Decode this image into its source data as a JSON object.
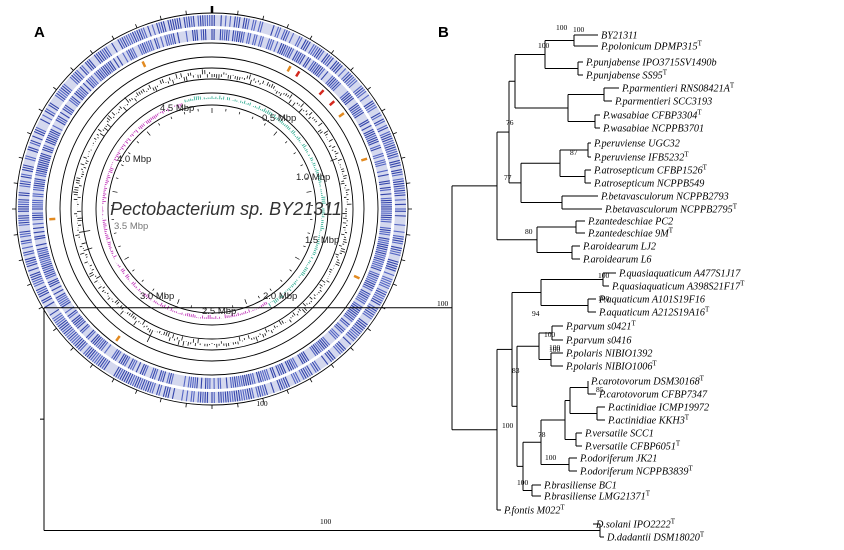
{
  "panels": {
    "a": "A",
    "b": "B"
  },
  "genome": {
    "title": "Pectobacterium sp. BY21311",
    "mbp_labels": [
      "0.5 Mbp",
      "1.0 Mbp",
      "1.5 Mbp",
      "2.0 Mbp",
      "2.5 Mbp",
      "3.0 Mbp",
      "3.5 Mbp",
      "4.0 Mbp",
      "4.5 Mbp"
    ],
    "support_label": "100"
  },
  "tree": {
    "taxa": [
      {
        "name": "BY21311",
        "sup": ""
      },
      {
        "name": "P.polonicum DPMP315",
        "sup": "T"
      },
      {
        "name": "P.punjabense IPO3715SV1490b",
        "sup": ""
      },
      {
        "name": "P.punjabense SS95",
        "sup": "T"
      },
      {
        "name": "P.parmentieri RNS08421A",
        "sup": "T"
      },
      {
        "name": "P.parmentieri SCC3193",
        "sup": ""
      },
      {
        "name": "P.wasabiae CFBP3304",
        "sup": "T"
      },
      {
        "name": "P.wasabiae NCPPB3701",
        "sup": ""
      },
      {
        "name": "P.peruviense UGC32",
        "sup": ""
      },
      {
        "name": "P.peruviense IFB5232",
        "sup": "T"
      },
      {
        "name": "P.atrosepticum CFBP1526",
        "sup": "T"
      },
      {
        "name": "P.atrosepticum NCPPB549",
        "sup": ""
      },
      {
        "name": "P.betavasculorum NCPPB2793",
        "sup": ""
      },
      {
        "name": "P.betavasculorum NCPPB2795",
        "sup": "T"
      },
      {
        "name": "P.zantedeschiae PC2",
        "sup": ""
      },
      {
        "name": "P.zantedeschiae 9M",
        "sup": "T"
      },
      {
        "name": "P.aroidearum LJ2",
        "sup": ""
      },
      {
        "name": "P.aroidearum L6",
        "sup": ""
      },
      {
        "name": "P.quasiaquaticum A477S1J17",
        "sup": ""
      },
      {
        "name": "P.quasiaquaticum A398S21F17",
        "sup": "T"
      },
      {
        "name": "P.aquaticum A101S19F16",
        "sup": ""
      },
      {
        "name": "P.aquaticum A212S19A16",
        "sup": "T"
      },
      {
        "name": "P.parvum s0421",
        "sup": "T"
      },
      {
        "name": "P.parvum s0416",
        "sup": ""
      },
      {
        "name": "P.polaris NIBIO1392",
        "sup": ""
      },
      {
        "name": "P.polaris NIBIO1006",
        "sup": "T"
      },
      {
        "name": "P.carotovorum DSM30168",
        "sup": "T"
      },
      {
        "name": "P.carotovorum CFBP7347",
        "sup": ""
      },
      {
        "name": "P.actinidiae ICMP19972",
        "sup": ""
      },
      {
        "name": "P.actinidiae KKH3",
        "sup": "T"
      },
      {
        "name": "P.versatile SCC1",
        "sup": ""
      },
      {
        "name": "P.versatile CFBP6051",
        "sup": "T"
      },
      {
        "name": "P.odoriferum JK21",
        "sup": ""
      },
      {
        "name": "P.odoriferum NCPPB3839",
        "sup": "T"
      },
      {
        "name": "P.brasiliense BC1",
        "sup": ""
      },
      {
        "name": "P.brasiliense LMG21371",
        "sup": "T"
      },
      {
        "name": "P.fontis M022",
        "sup": "T"
      },
      {
        "name": "D.solani IPO2222",
        "sup": "T"
      },
      {
        "name": "D.dadantii DSM18020",
        "sup": "T"
      }
    ],
    "supports": [
      "100",
      "100",
      "76",
      "87",
      "77",
      "80",
      "100",
      "94",
      "100",
      "100",
      "100",
      "83",
      "100",
      "85",
      "78",
      "100",
      "100",
      "100",
      "100",
      "100",
      "100"
    ]
  }
}
